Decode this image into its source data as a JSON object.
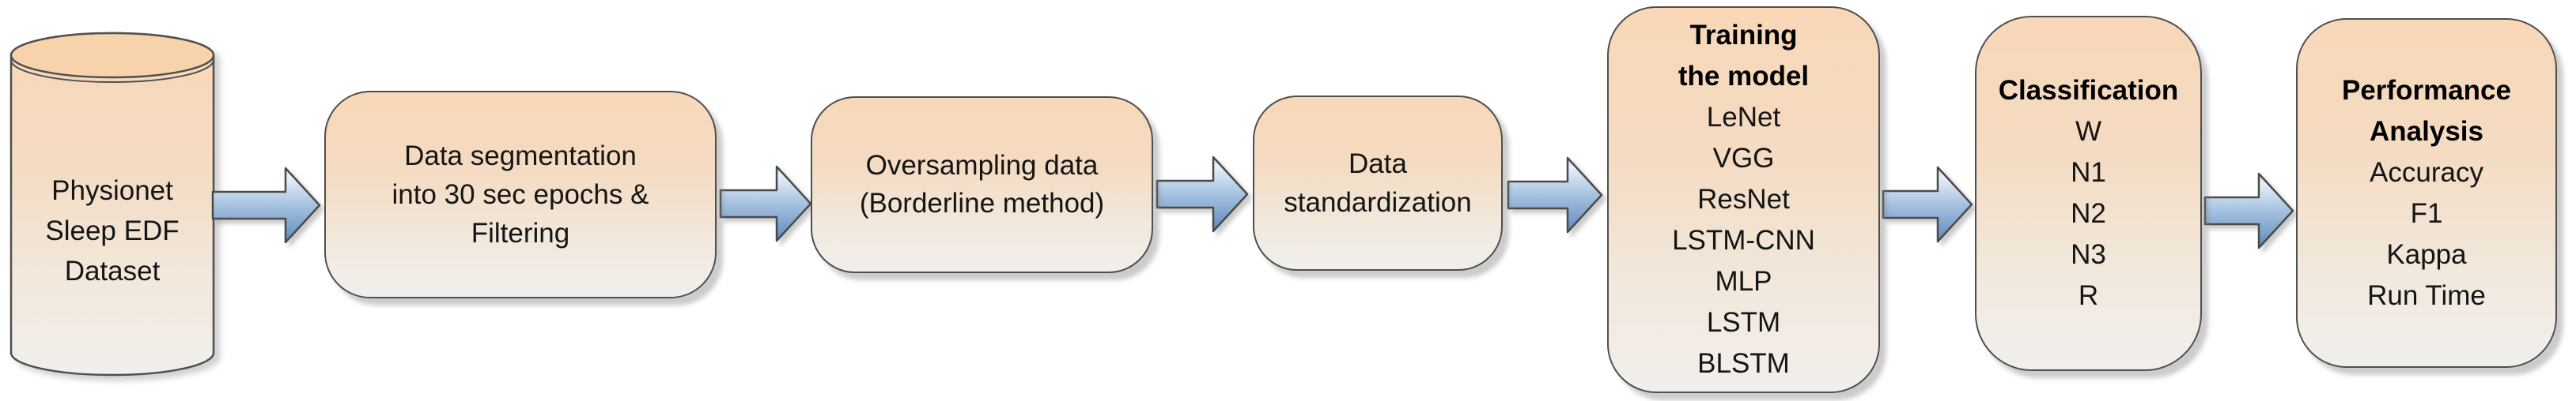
{
  "flowchart": {
    "nodes": {
      "dataset": {
        "lines": [
          "Physionet",
          "Sleep EDF",
          "Dataset"
        ]
      },
      "segmentation": {
        "lines": [
          "Data segmentation",
          "into 30 sec epochs &",
          "Filtering"
        ]
      },
      "oversampling": {
        "lines": [
          "Oversampling data",
          "(Borderline method)"
        ]
      },
      "standardization": {
        "lines": [
          "Data",
          "standardization"
        ]
      },
      "training": {
        "heading_lines": [
          "Training",
          "the model"
        ],
        "items": [
          "LeNet",
          "VGG",
          "ResNet",
          "LSTM-CNN",
          "MLP",
          "LSTM",
          "BLSTM"
        ]
      },
      "classification": {
        "heading": "Classification",
        "items": [
          "W",
          "N1",
          "N2",
          "N3",
          "R"
        ]
      },
      "performance": {
        "heading_lines": [
          "Performance",
          "Analysis"
        ],
        "items": [
          "Accuracy",
          "F1",
          "Kappa",
          "Run Time"
        ]
      }
    },
    "connectors": {
      "count": 6,
      "direction": "left-to-right"
    },
    "colors": {
      "node_fill_top": "#F8D8B8",
      "node_fill_bottom": "#F1EFEC",
      "node_border": "#4F4F4F",
      "arrow_fill_light": "#E9F1F9",
      "arrow_fill_dark": "#6186B5",
      "arrow_border": "#4A4A4A",
      "text": "#151515",
      "background": "#FFFFFF"
    }
  }
}
